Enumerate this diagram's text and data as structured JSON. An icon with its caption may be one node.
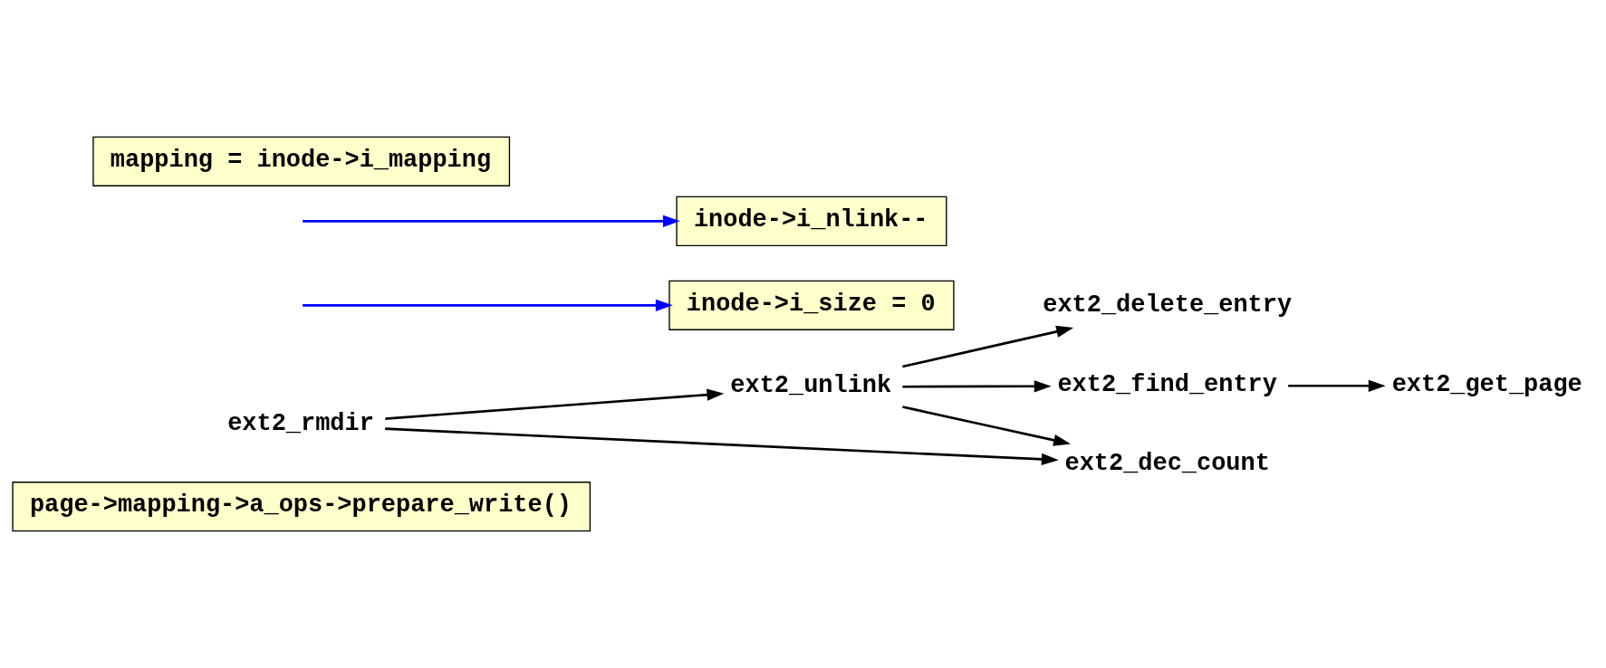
{
  "diagram": {
    "nodes": [
      {
        "text": [
          "page->mapping->a_ops->prepare_write()"
        ]
      },
      {
        "text": [
          "ext2_delete_entry"
        ]
      },
      {
        "text": [
          "inode->i_size = 0"
        ]
      },
      {
        "text": [
          "ext2_rmdir"
        ]
      },
      {
        "text": [
          "ext2_unlink"
        ]
      },
      {
        "text": [
          "ext2_dec_count"
        ]
      },
      {
        "text": [
          "ext2_find_entry"
        ]
      },
      {
        "text": [
          "inode->i_nlink--"
        ]
      },
      {
        "text": [
          "ext2_get_page"
        ]
      },
      {
        "text": [
          "mapping = inode->i_mapping"
        ]
      }
    ],
    "edges": [
      {
        "from": null,
        "to": 2,
        "arrow": "to",
        "color": "#0000ff"
      },
      {
        "from": null,
        "to": 7,
        "arrow": "to",
        "color": "#0000ff"
      },
      {
        "from": 3,
        "to": 4,
        "arrow": "to"
      },
      {
        "from": 4,
        "to": 1,
        "arrow": "to"
      },
      {
        "from": 3,
        "to": 5,
        "arrow": "to"
      },
      {
        "from": 4,
        "to": 5,
        "arrow": "to"
      },
      {
        "from": 4,
        "to": 6,
        "arrow": "to"
      },
      {
        "from": 6,
        "to": 8,
        "arrow": "to"
      }
    ]
  }
}
